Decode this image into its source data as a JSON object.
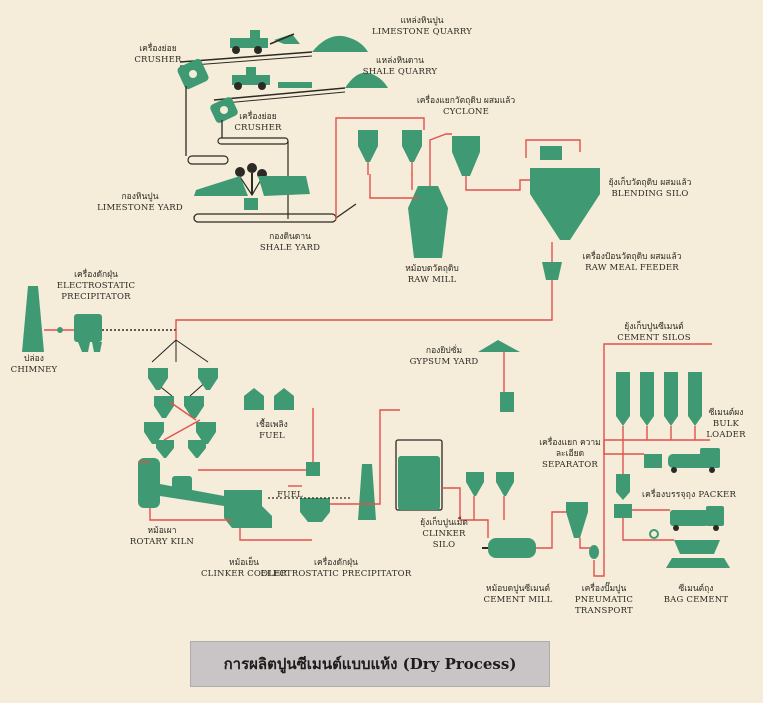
{
  "title": "การผลิตปูนซีเมนต์แบบแห้ง (Dry Process)",
  "colors": {
    "equipment": "#3f9a73",
    "flow_line": "#e0524e",
    "background": "#f5edd9",
    "title_box": "#c9c5c6"
  },
  "labels": {
    "limestone_quarry": {
      "th": "แหล่งหินปูน",
      "en": "LIMESTONE  QUARRY"
    },
    "shale_quarry": {
      "th": "แหล่งหินดาน",
      "en": "SHALE QUARRY"
    },
    "crusher_1": {
      "th": "เครื่องย่อย",
      "en": "CRUSHER"
    },
    "crusher_2": {
      "th": "เครื่องย่อย",
      "en": "CRUSHER"
    },
    "cyclone": {
      "th": "เครื่องแยกวัตถุดิบ ผสมแล้ว",
      "en": "CYCLONE"
    },
    "limestone_yard": {
      "th": "กองหินปูน",
      "en": "LIMESTONE YARD"
    },
    "blending_silo": {
      "th": "ยุ้งเก็บวัตถุดิบ ผสมแล้ว",
      "en": "BLENDING SILO"
    },
    "shale_yard": {
      "th": "กองดินดาน",
      "en": "SHALE  YARD"
    },
    "raw_mill": {
      "th": "หม้อบดวัตถุดิบ",
      "en": "RAW MILL"
    },
    "raw_meal_feeder": {
      "th": "เครื่องป้อนวัตถุดิบ ผสมแล้ว",
      "en": "RAW MEAL FEEDER"
    },
    "electrostatic_precipitator_1": {
      "th": "เครื่องดักฝุ่น",
      "en": "ELECTROSTATIC PRECIPITATOR"
    },
    "chimney": {
      "th": "ปล่อง",
      "en": "CHIMNEY"
    },
    "gypsum_yard": {
      "th": "กองยิปซั่ม",
      "en": "GYPSUM  YARD"
    },
    "cement_silos": {
      "th": "ยุ้งเก็บปูนซีเมนต์",
      "en": "CEMENT SILOS"
    },
    "fuel_1": {
      "th": "เชื้อเพลิง",
      "en": "FUEL"
    },
    "fuel_2": {
      "th": "",
      "en": "FUEL"
    },
    "bulk_loader": {
      "th": "ซีเมนต์ผง",
      "en": "BULK LOADER"
    },
    "separator": {
      "th": "เครื่องแยก ความละเอียด",
      "en": "SEPARATOR"
    },
    "packer": {
      "th": "",
      "en": "เครื่องบรรจุถุง PACKER"
    },
    "rotary_kiln": {
      "th": "หม้อเผา",
      "en": "ROTARY KILN"
    },
    "clinker_silo": {
      "th": "ยุ้งเก็บปูนเม็ด",
      "en": "CLINKER SILO"
    },
    "clinker_cooler": {
      "th": "หม้อเย็น",
      "en": "CLINKER COOLER"
    },
    "electrostatic_precipitator_2": {
      "th": "เครื่องดักฝุ่น",
      "en": "ELECTROSTATIC PRECIPITATOR"
    },
    "cement_mill": {
      "th": "หม้อบดปูนซีเมนต์",
      "en": "CEMENT MILL"
    },
    "pneumatic_transport": {
      "th": "เครื่องปั๊มปูน",
      "en": "PNEUMATIC TRANSPORT"
    },
    "bag_cement": {
      "th": "ซีเมนต์ถุง",
      "en": "BAG CEMENT"
    }
  }
}
